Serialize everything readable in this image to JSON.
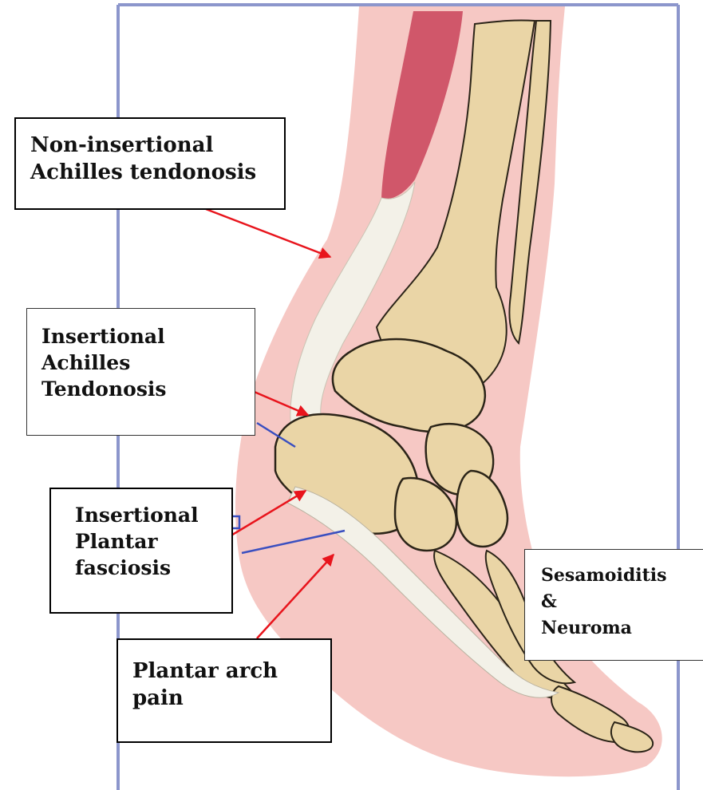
{
  "labels": {
    "non_insertional": [
      "Non-insertional",
      "Achilles tendonosis"
    ],
    "insertional_achilles": [
      "Insertional",
      "Achilles",
      "Tendonosis"
    ],
    "insertional_plantar": [
      "Insertional",
      "Plantar",
      "fasciosis"
    ],
    "plantar_arch": [
      "Plantar arch",
      "pain"
    ],
    "sesamoiditis": [
      "Sesamoiditis",
      "&",
      "Neuroma"
    ]
  },
  "colors": {
    "frame": "#8c96cc",
    "arrow": "#e8141c",
    "skin": "#f6c8c4",
    "muscle": "#d0576a",
    "bone": "#ead5a6",
    "bone_outline": "#2b2418",
    "tendon": "#f3f1e8",
    "blue_line": "#3a4fc0"
  }
}
